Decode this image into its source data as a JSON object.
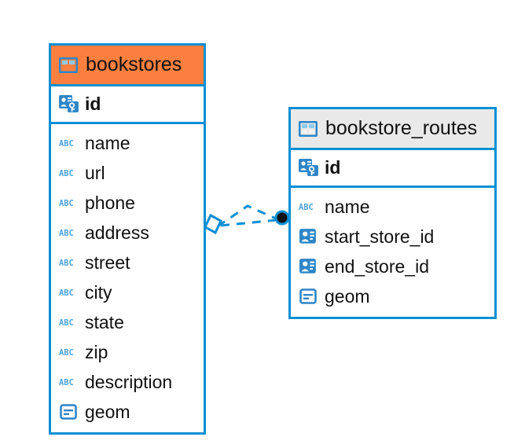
{
  "diagram": {
    "type": "entity-relationship-diagram",
    "background_color": "#FFFFFF",
    "accent_color": "#0B8FD4",
    "highlight_color": "#FB8040",
    "muted_header_color": "#E9E9E9"
  },
  "entities": [
    {
      "name": "bookstores",
      "header_style": "accent-orange",
      "table_icon": "table-icon",
      "primary_key": {
        "label": "id",
        "icon": "primary-key-icon",
        "type": "primary-key"
      },
      "columns": [
        {
          "label": "name",
          "icon": "text-type-icon",
          "type": "text"
        },
        {
          "label": "url",
          "icon": "text-type-icon",
          "type": "text"
        },
        {
          "label": "phone",
          "icon": "text-type-icon",
          "type": "text"
        },
        {
          "label": "address",
          "icon": "text-type-icon",
          "type": "text"
        },
        {
          "label": "street",
          "icon": "text-type-icon",
          "type": "text"
        },
        {
          "label": "city",
          "icon": "text-type-icon",
          "type": "text"
        },
        {
          "label": "state",
          "icon": "text-type-icon",
          "type": "text"
        },
        {
          "label": "zip",
          "icon": "text-type-icon",
          "type": "text"
        },
        {
          "label": "description",
          "icon": "text-type-icon",
          "type": "text"
        },
        {
          "label": "geom",
          "icon": "geometry-type-icon",
          "type": "geometry"
        }
      ]
    },
    {
      "name": "bookstore_routes",
      "header_style": "accent-gray",
      "table_icon": "table-icon",
      "primary_key": {
        "label": "id",
        "icon": "primary-key-icon",
        "type": "primary-key"
      },
      "columns": [
        {
          "label": "name",
          "icon": "text-type-icon",
          "type": "text"
        },
        {
          "label": "start_store_id",
          "icon": "foreign-key-icon",
          "type": "foreign-key"
        },
        {
          "label": "end_store_id",
          "icon": "foreign-key-icon",
          "type": "foreign-key"
        },
        {
          "label": "geom",
          "icon": "geometry-type-icon",
          "type": "geometry"
        }
      ]
    }
  ],
  "relationship": {
    "style": "dashed",
    "color": "#0B8FD4",
    "source_endpoint": "diamond",
    "target_endpoint": "filled-circle",
    "source_entity": "bookstores",
    "target_entity": "bookstore_routes"
  }
}
